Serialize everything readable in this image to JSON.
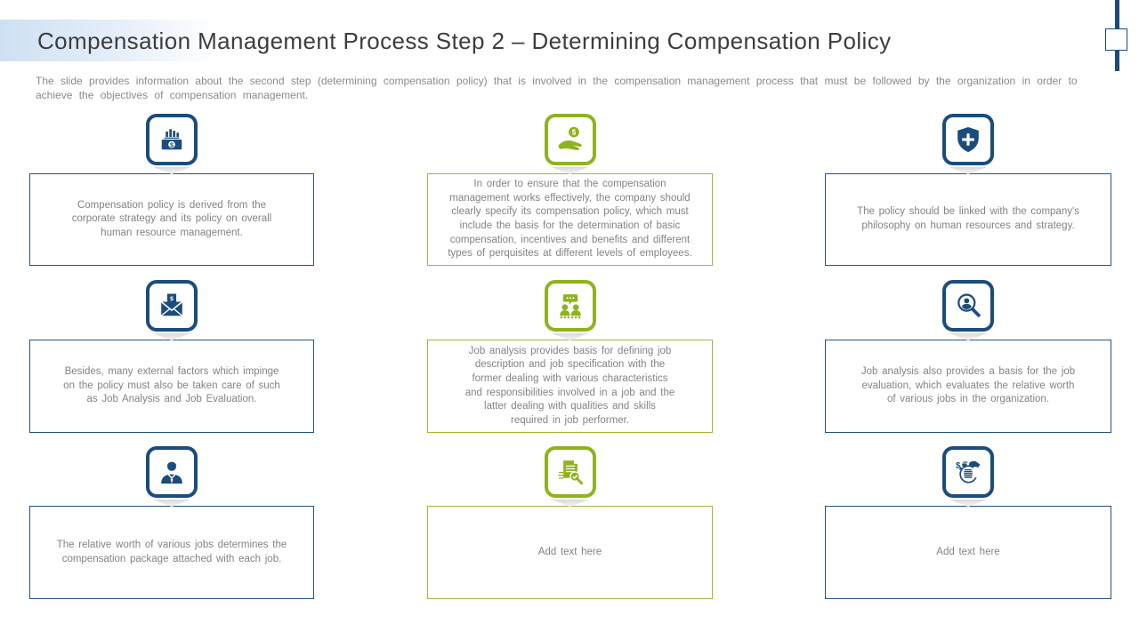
{
  "slide": {
    "title": "Compensation Management Process Step 2 – Determining Compensation Policy",
    "subtitle": "The slide provides information about the second step (determining compensation policy) that is involved in the compensation management process that must be followed by the organization in order to\nachieve the objectives of compensation management."
  },
  "colors": {
    "blue": "#1b4c7c",
    "green": "#8fb31e",
    "box_border_blue": "#27547f",
    "box_border_green": "#a4b63f",
    "title_color": "#3d3d3d",
    "body_text": "#838383",
    "header_accent": "#cfe0f3"
  },
  "cells": [
    {
      "icon": "money-chart-icon",
      "theme": "blue",
      "text": "Compensation policy is derived from the\ncorporate strategy and its policy on overall\nhuman resource management."
    },
    {
      "icon": "hand-coin-icon",
      "theme": "green",
      "text": "In order to ensure that the compensation\nmanagement works effectively, the company should\nclearly specify its compensation policy, which must\ninclude the basis for the determination of basic\ncompensation, incentives and benefits and different\ntypes of perquisites at different levels of employees."
    },
    {
      "icon": "shield-plus-icon",
      "theme": "blue",
      "text": "The policy should be linked with the company's\nphilosophy on human resources and strategy."
    },
    {
      "icon": "money-envelope-icon",
      "theme": "blue",
      "text": "Besides, many external factors which impinge\non the policy must also be taken care of such\nas Job Analysis and Job Evaluation."
    },
    {
      "icon": "team-discussion-icon",
      "theme": "green",
      "text": "Job analysis provides basis for defining job\ndescription and job specification with the\nformer dealing with various characteristics\nand responsibilities involved  in a job and the\nlatter dealing with qualities and skills\nrequired in job performer."
    },
    {
      "icon": "candidate-search-icon",
      "theme": "blue",
      "text": "Job analysis also provides a basis for the job\nevaluation, which evaluates the relative worth\nof various jobs in the organization."
    },
    {
      "icon": "businessman-icon",
      "theme": "blue",
      "text": "The relative worth of various jobs determines the\ncompensation package attached with each job."
    },
    {
      "icon": "document-search-icon",
      "theme": "green",
      "text": "Add text here"
    },
    {
      "icon": "cash-flow-icon",
      "theme": "blue",
      "text": "Add text here"
    }
  ]
}
